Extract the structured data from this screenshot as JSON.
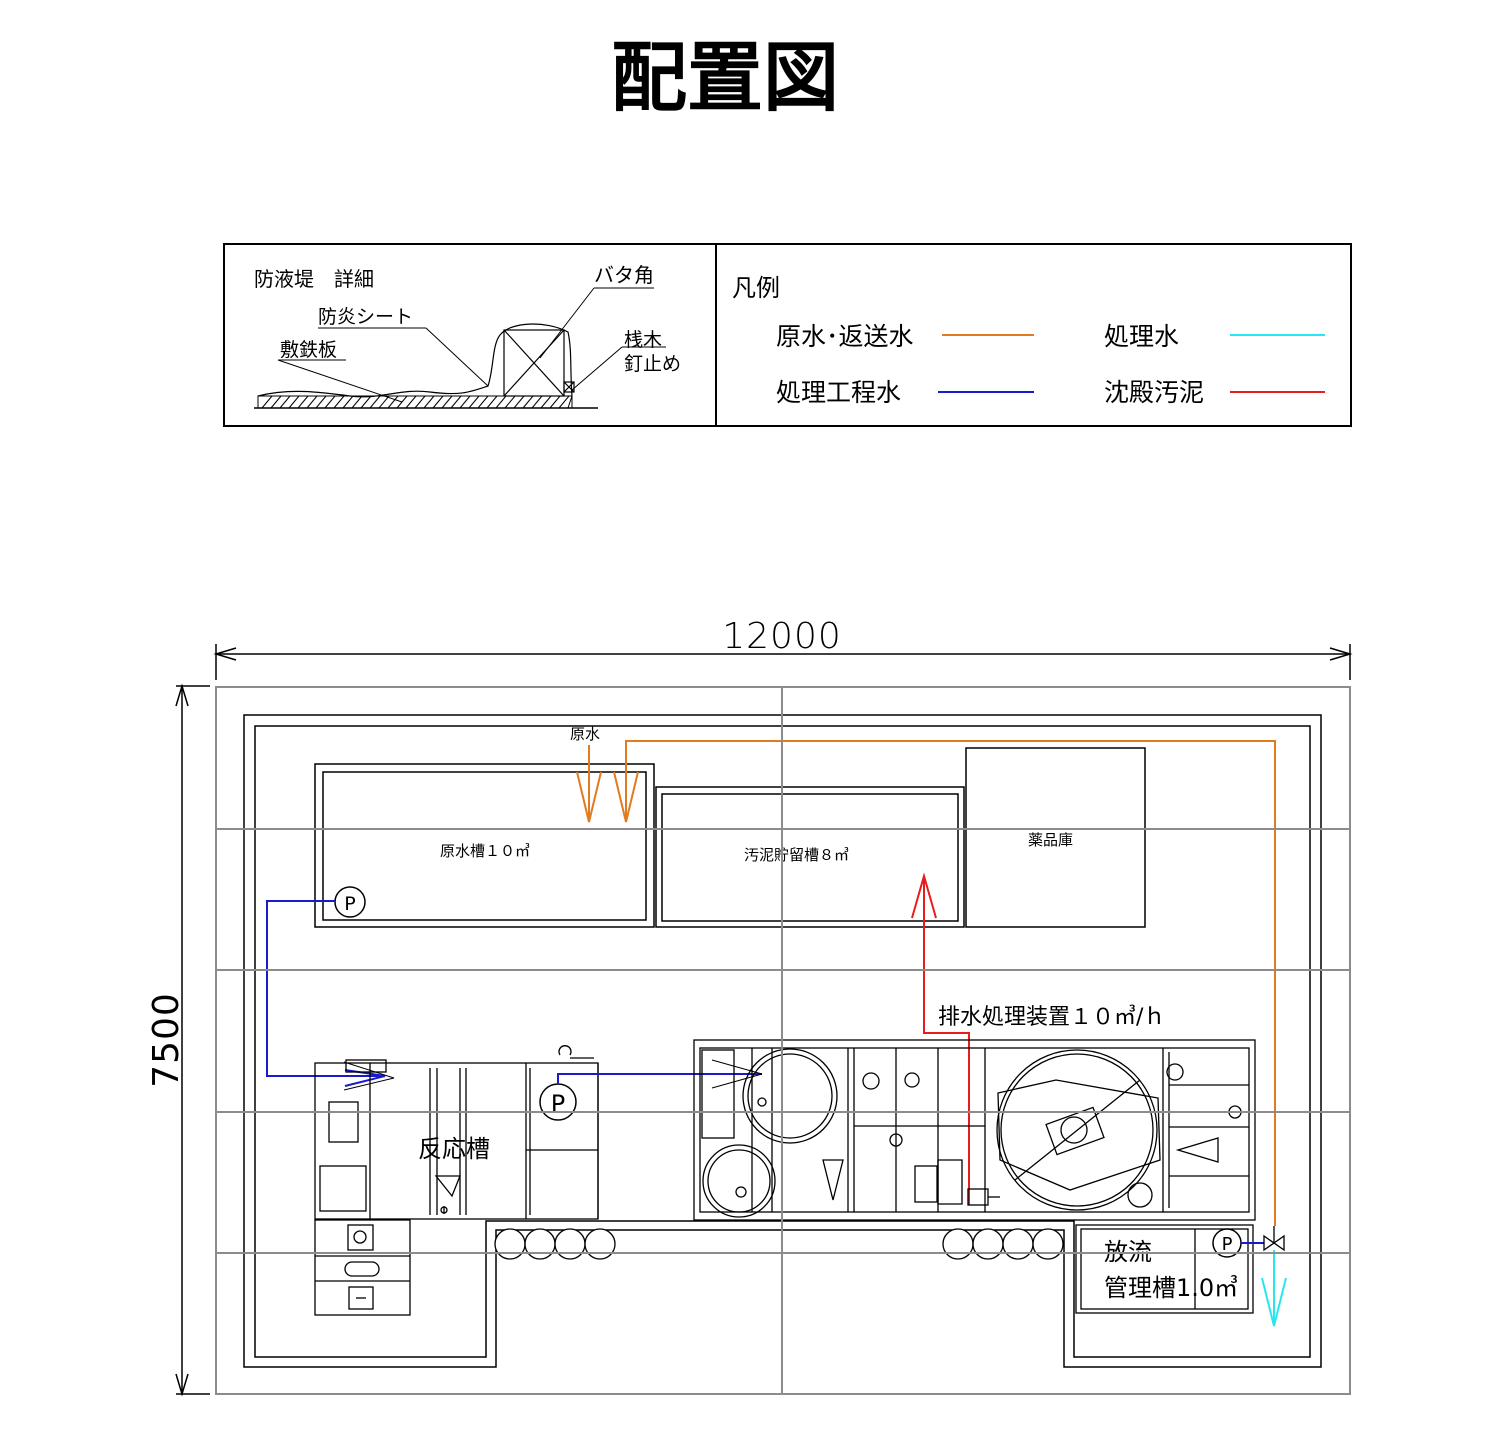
{
  "title": "配置図",
  "detail": {
    "heading": "防液堤　詳細",
    "labels": {
      "bata": "バタ角",
      "sheet": "防炎シート",
      "plate": "敷鉄板",
      "stake1": "桟木",
      "stake2": "釘止め"
    }
  },
  "legend": {
    "title": "凡例",
    "items": [
      {
        "label": "原水･返送水",
        "color": "#E07B1F"
      },
      {
        "label": "処理水",
        "color": "#27E6F0"
      },
      {
        "label": "処理工程水",
        "color": "#1A1ACC"
      },
      {
        "label": "沈殿汚泥",
        "color": "#E81C1C"
      }
    ]
  },
  "dimensions": {
    "width": "12000",
    "height": "7500"
  },
  "labels": {
    "raw_water": "原水",
    "raw_tank": "原水槽１０㎥",
    "sludge_tank": "汚泥貯留槽８㎥",
    "chem_store": "薬品庫",
    "treatment_unit": "排水処理装置１０㎥/ｈ",
    "reaction_tank": "反応槽",
    "discharge_1": "放流",
    "discharge_2": "管理槽1.0㎥",
    "pump": "P"
  },
  "colors": {
    "orange": "#E07B1F",
    "cyan": "#27E6F0",
    "blue": "#1A1ACC",
    "red": "#E81C1C",
    "grid": "#8C8C8C"
  }
}
